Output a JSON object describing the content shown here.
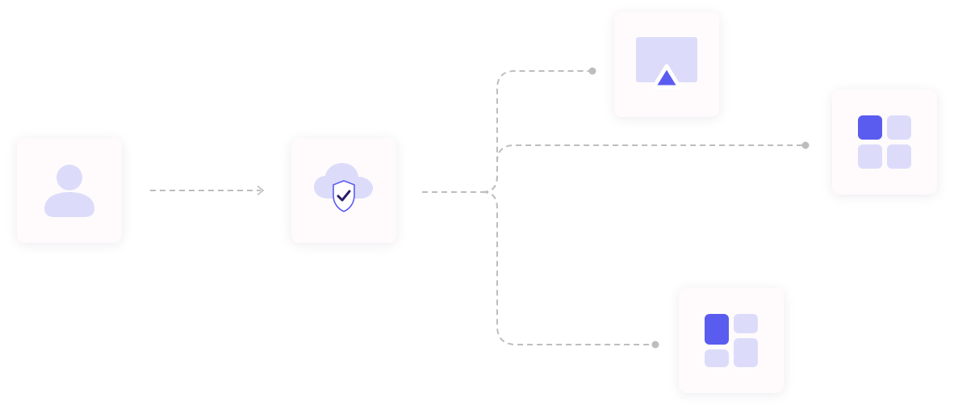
{
  "diagram": {
    "nodes": [
      {
        "id": "user",
        "icon": "user-icon"
      },
      {
        "id": "cloud",
        "icon": "cloud-shield-check-icon"
      },
      {
        "id": "screen",
        "icon": "screen-upload-icon"
      },
      {
        "id": "grid-a",
        "icon": "app-grid-icon"
      },
      {
        "id": "grid-b",
        "icon": "dashboard-grid-icon"
      }
    ],
    "edges": [
      {
        "from": "user",
        "to": "cloud",
        "style": "dashed-arrow"
      },
      {
        "from": "cloud",
        "to": "screen",
        "style": "dashed-dot"
      },
      {
        "from": "cloud",
        "to": "grid-a",
        "style": "dashed-dot"
      },
      {
        "from": "cloud",
        "to": "grid-b",
        "style": "dashed-dot"
      }
    ]
  },
  "colors": {
    "accent": "#5a5cf0",
    "accent_light": "#dcdcfa",
    "connector": "#bdbdbd",
    "card_bg": "#fffbfc",
    "check_mark": "#2b1e66"
  }
}
